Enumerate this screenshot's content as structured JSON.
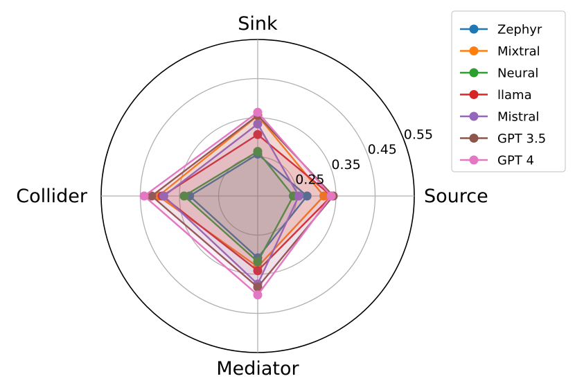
{
  "chart_data": {
    "type": "radar",
    "categories": [
      "Source",
      "Sink",
      "Collider",
      "Mediator"
    ],
    "radial_ticks": [
      0.25,
      0.35,
      0.45,
      0.55
    ],
    "radial_tick_labels": [
      "0.25",
      "0.35",
      "0.45",
      "0.55"
    ],
    "rlim": [
      0.15,
      0.55
    ],
    "grid": true,
    "legend_position": "top-right",
    "series": [
      {
        "name": "Zephyr",
        "color": "#1f77b4",
        "values": [
          0.276,
          0.257,
          0.324,
          0.308
        ]
      },
      {
        "name": "Mixtral",
        "color": "#ff7f0e",
        "values": [
          0.319,
          0.355,
          0.404,
          0.331
        ]
      },
      {
        "name": "Neural",
        "color": "#2ca02c",
        "values": [
          0.241,
          0.264,
          0.338,
          0.318
        ]
      },
      {
        "name": "llama",
        "color": "#d62728",
        "values": [
          0.339,
          0.307,
          0.394,
          0.341
        ]
      },
      {
        "name": "Mistral",
        "color": "#9467bd",
        "values": [
          0.255,
          0.334,
          0.39,
          0.375
        ]
      },
      {
        "name": "GPT 3.5",
        "color": "#8c564b",
        "values": [
          0.343,
          0.356,
          0.421,
          0.383
        ]
      },
      {
        "name": "GPT 4",
        "color": "#e377c2",
        "values": [
          0.338,
          0.364,
          0.44,
          0.403
        ]
      }
    ]
  }
}
